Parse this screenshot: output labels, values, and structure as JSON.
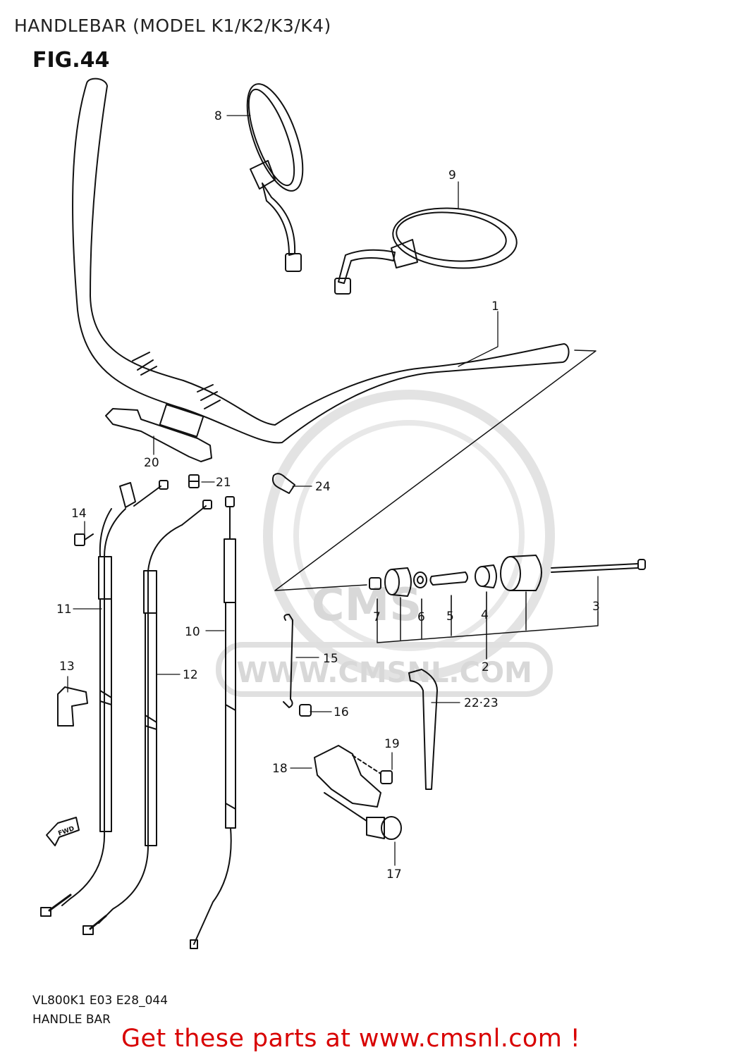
{
  "header": {
    "title": "HANDLEBAR (MODEL K1/K2/K3/K4)",
    "figure": "FIG.44"
  },
  "watermark": {
    "logo": "CMS",
    "url": "WWW.CMSNL.COM"
  },
  "diagram": {
    "fwd_mark": "FWD",
    "callouts": [
      "1",
      "2",
      "3",
      "4",
      "5",
      "6",
      "7",
      "8",
      "9",
      "10",
      "11",
      "12",
      "13",
      "14",
      "15",
      "16",
      "17",
      "18",
      "19",
      "20",
      "21",
      "22·23",
      "24"
    ]
  },
  "footer": {
    "code": "VL800K1 E03 E28_044",
    "name": "HANDLE BAR",
    "banner": "Get these parts at www.cmsnl.com !"
  },
  "colors": {
    "line": "#111111",
    "banner": "#d80000",
    "watermark": "#d8d8d8"
  }
}
